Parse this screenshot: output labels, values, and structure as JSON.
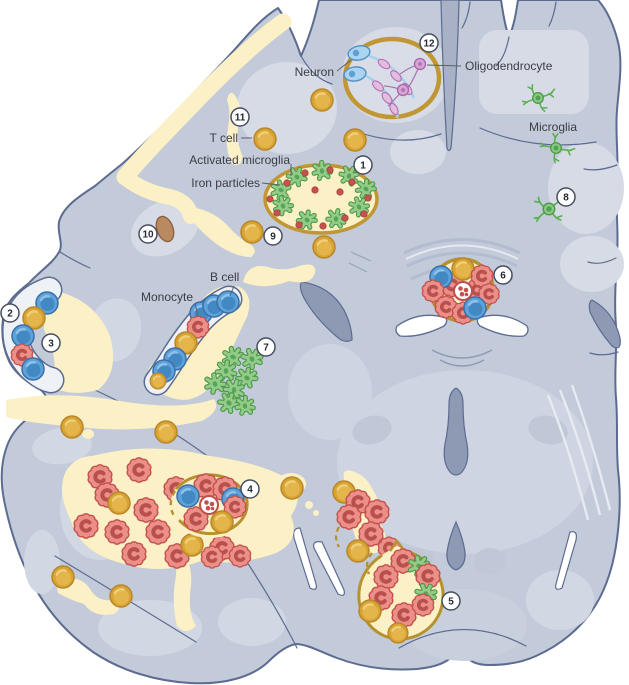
{
  "figure": {
    "labels": {
      "neuron": "Neuron",
      "oligodendrocyte": "Oligodendrocyte",
      "microglia": "Microglia",
      "t_cell": "T cell",
      "activated_microglia": "Activated microglia",
      "iron_particles": "Iron particles",
      "b_cell": "B cell",
      "monocyte": "Monocyte"
    },
    "badges": {
      "b1": "1",
      "b2": "2",
      "b3": "3",
      "b4": "4",
      "b5": "5",
      "b6": "6",
      "b7": "7",
      "b8": "8",
      "b9": "9",
      "b10": "10",
      "b11": "11",
      "b12": "12"
    },
    "colors": {
      "brain_base": "#c3cad9",
      "gyri_light": "#d6dbe6",
      "outline": "#5c6b90",
      "lesion_cream": "#fbf0c6",
      "deep_gray": "#8e99b4",
      "t_cell_gold": "#d7a434",
      "b_cell_blue": "#5ea2da",
      "monocyte_red": "#ec8f88",
      "microglia_green": "#92cc88",
      "iron_red": "#c4524e",
      "cuff_gold": "#b5922e",
      "neuron_blue": "#abd4f1",
      "oligodendrocyte_pink": "#d6a4d6",
      "vessel_ring": "#bf4f4a",
      "lesion_brown": "#b9895f"
    }
  }
}
